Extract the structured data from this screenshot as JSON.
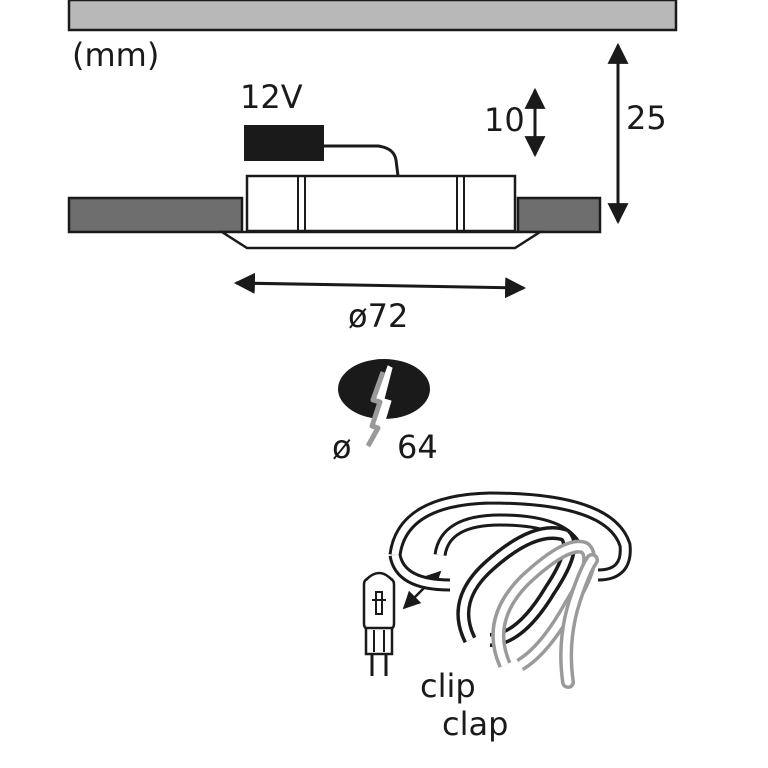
{
  "units_label": "(mm)",
  "voltage_label": "12V",
  "housing_height_label": "10",
  "total_height_label": "25",
  "diameter_label": "ø72",
  "cutout_symbol": "ø",
  "cutout_value": "64",
  "clip_label_line1": "clip",
  "clip_label_line2": "clap",
  "colors": {
    "ceiling_fill": "#b8b8b8",
    "ceiling_side": "#6e6e6e",
    "driver_fill": "#1a1a1a",
    "line": "#1a1a1a",
    "ring_grey": "#9a9a9a"
  }
}
